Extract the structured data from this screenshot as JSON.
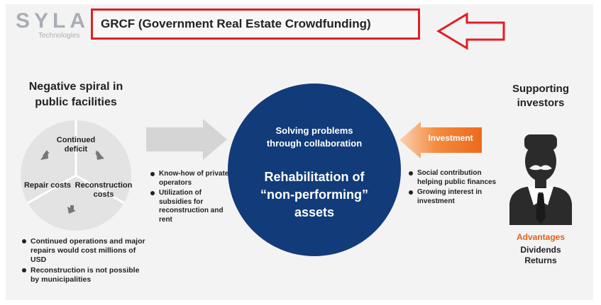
{
  "logo": {
    "word": "SYLA",
    "sub": "Technologies"
  },
  "title": "GRCF (Government Real Estate Crowdfunding)",
  "left": {
    "heading_line1": "Negative spiral in",
    "heading_line2": "public facilities",
    "cycle": {
      "top_line1": "Continued",
      "top_line2": "deficit",
      "left": "Repair costs",
      "right_line1": "Reconstruction",
      "right_line2": "costs"
    },
    "bullets": [
      "Continued operations and major repairs would cost millions of USD",
      "Reconstruction is not possible by municipalities"
    ]
  },
  "middle": {
    "bullets": [
      "Know-how of private operators",
      "Utilization of subsidies for reconstruction and rent"
    ]
  },
  "circle": {
    "top_line1": "Solving problems",
    "top_line2": "through collaboration",
    "main_line1": "Rehabilitation of",
    "main_line2": "“non-performing”",
    "main_line3": "assets"
  },
  "investment": {
    "label": "Investment",
    "bullets": [
      "Social contribution helping public finances",
      "Growing interest in investment"
    ]
  },
  "right": {
    "heading_line1": "Supporting",
    "heading_line2": "investors",
    "advantages": "Advantages",
    "dividends": "Dividends",
    "returns": "Returns"
  },
  "colors": {
    "title_border": "#e01f26",
    "circle": "#123b7a",
    "investment_arrow": "#f07a2a",
    "advantages": "#e3601c"
  },
  "icons": [
    "person-icon",
    "cycle-arrow-icon",
    "right-arrow-icon",
    "left-arrow-icon"
  ]
}
